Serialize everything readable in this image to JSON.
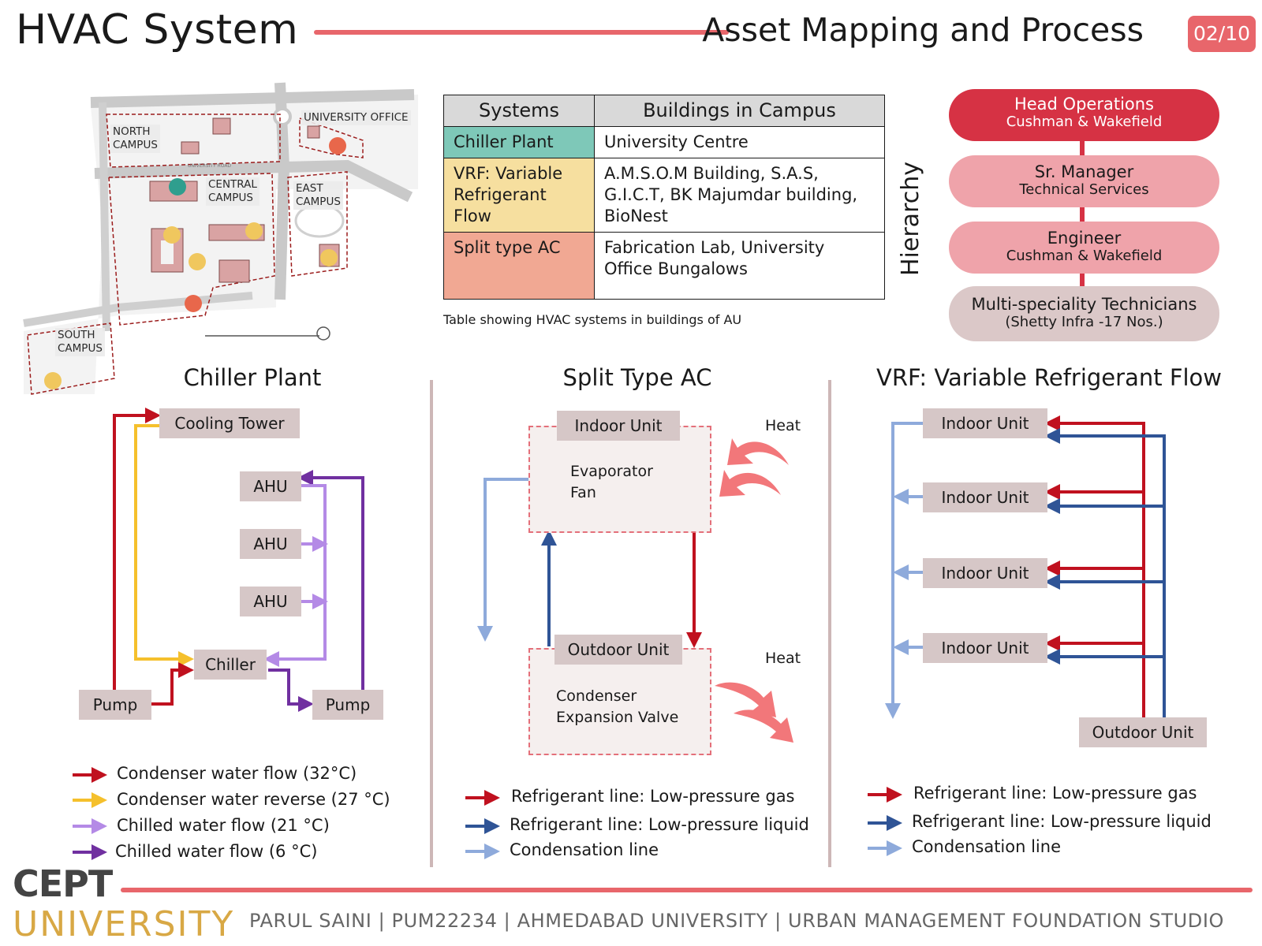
{
  "header": {
    "title": "HVAC System",
    "subtitle": "Asset Mapping and Process",
    "page_badge": "02/10"
  },
  "map": {
    "labels": {
      "north": [
        "NORTH",
        "CAMPUS"
      ],
      "university_office": "UNIVERSITY OFFICE",
      "central": [
        "CENTRAL",
        "CAMPUS"
      ],
      "east": [
        "EAST",
        "CAMPUS"
      ],
      "south": [
        "SOUTH",
        "CAMPUS"
      ],
      "road": "UNIVERSITY ROAD"
    },
    "colors": {
      "chiller": "#2f9e8e",
      "vrf": "#f0c75e",
      "split": "#e8674b"
    }
  },
  "table": {
    "headers": [
      "Systems",
      "Buildings in Campus"
    ],
    "rows": [
      {
        "system": "Chiller Plant",
        "buildings": "University Centre",
        "color": "#7ec8b8"
      },
      {
        "system": "VRF: Variable Refrigerant Flow",
        "buildings": "A.M.S.O.M Building, S.A.S, G.I.C.T, BK Majumdar building, BioNest",
        "color": "#f6df9f"
      },
      {
        "system": "Split type AC",
        "buildings": "Fabrication Lab, University Office Bungalows",
        "color": "#f1a893"
      }
    ],
    "caption": "Table showing HVAC systems in buildings of AU"
  },
  "hierarchy": {
    "label": "Hierarchy",
    "levels": [
      {
        "role": "Head Operations",
        "org": "Cushman & Wakefield",
        "color": "#d63244"
      },
      {
        "role": "Sr. Manager",
        "org": "Technical Services",
        "color": "#efa3aa"
      },
      {
        "role": "Engineer",
        "org": "Cushman & Wakefield",
        "color": "#efa3aa"
      },
      {
        "role": "Multi-speciality Technicians",
        "org": "(Shetty Infra -17 Nos.)",
        "color": "#dbc8c8"
      }
    ]
  },
  "chiller_plant": {
    "title": "Chiller Plant",
    "nodes": {
      "cooling_tower": "Cooling Tower",
      "ahu": "AHU",
      "chiller": "Chiller",
      "pump": "Pump"
    },
    "legend": [
      {
        "label": "Condenser water flow (32°C)",
        "color": "#c0111f"
      },
      {
        "label": "Condenser water reverse (27 °C)",
        "color": "#f5c02c"
      },
      {
        "label": "Chilled water flow (21 °C)",
        "color": "#b48ae6"
      },
      {
        "label": "Chilled water flow (6 °C)",
        "color": "#7030a0"
      }
    ]
  },
  "split_ac": {
    "title": "Split Type AC",
    "indoor_unit": "Indoor Unit",
    "indoor_parts": [
      "Evaporator",
      "Fan"
    ],
    "outdoor_unit": "Outdoor Unit",
    "outdoor_parts": [
      "Condenser",
      "Expansion Valve"
    ],
    "heat_label": "Heat",
    "legend": [
      {
        "label": "Refrigerant line: Low-pressure gas",
        "color": "#c0111f"
      },
      {
        "label": "Refrigerant line: Low-pressure liquid",
        "color": "#2f5496"
      },
      {
        "label": "Condensation line",
        "color": "#8eaadb"
      }
    ]
  },
  "vrf": {
    "title": "VRF: Variable Refrigerant Flow",
    "indoor_unit": "Indoor Unit",
    "outdoor_unit": "Outdoor Unit",
    "legend": [
      {
        "label": "Refrigerant line: Low-pressure gas",
        "color": "#c0111f"
      },
      {
        "label": "Refrigerant line: Low-pressure liquid",
        "color": "#2f5496"
      },
      {
        "label": "Condensation line",
        "color": "#8eaadb"
      }
    ]
  },
  "footer": {
    "logo_top": "CEPT",
    "logo_bottom": "UNIVERSITY",
    "text": "PARUL SAINI | PUM22234 | AHMEDABAD UNIVERSITY | URBAN MANAGEMENT FOUNDATION STUDIO"
  }
}
